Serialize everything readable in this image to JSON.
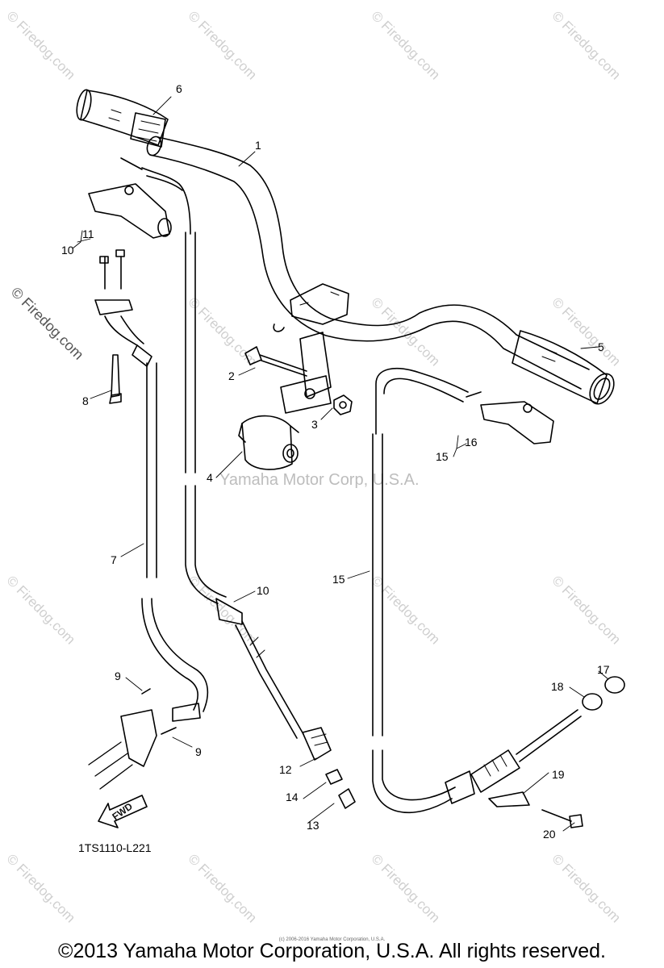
{
  "watermark": "© Firedog.com",
  "vertical_watermark": "© Firedog.com",
  "center_watermark": "Yamaha Motor Corp, U.S.A.",
  "diagram_code": "1TS1110-L221",
  "fwd_label": "FWD",
  "small_print": "(c) 2006-2016 Yamaha Motor Corporation, U.S.A.",
  "copyright": "©2013 Yamaha Motor Corporation, U.S.A. All rights reserved.",
  "callouts": {
    "c1": "1",
    "c2": "2",
    "c3": "3",
    "c4": "4",
    "c5": "5",
    "c6": "6",
    "c7": "7",
    "c8": "8",
    "c9a": "9",
    "c9b": "9",
    "c10a": "10",
    "c10b": "10",
    "c11": "11",
    "c12": "12",
    "c13": "13",
    "c14": "14",
    "c15a": "15",
    "c15b": "15",
    "c16": "16",
    "c17": "17",
    "c18": "18",
    "c19": "19",
    "c20": "20"
  }
}
